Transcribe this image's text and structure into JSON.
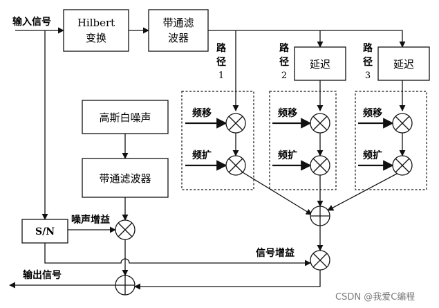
{
  "diagram": {
    "input_label": "输入信号",
    "output_label": "输出信号",
    "hilbert_line1": "Hilbert",
    "hilbert_line2": "变换",
    "bpf_top_line1": "带通滤",
    "bpf_top_line2": "波器",
    "noise_source": "高斯白噪声",
    "bpf_noise": "带通滤波器",
    "sn_block": "S/N",
    "noise_gain": "噪声增益",
    "signal_gain": "信号增益",
    "paths": [
      {
        "c1": "路",
        "c2": "径",
        "num": "1"
      },
      {
        "c1": "路",
        "c2": "径",
        "num": "2"
      },
      {
        "c1": "路",
        "c2": "径",
        "num": "3"
      }
    ],
    "delay_label": "延迟",
    "freq_shift": "频移",
    "freq_spread": "频扩",
    "watermark": "CSDN @我爱C编程"
  }
}
